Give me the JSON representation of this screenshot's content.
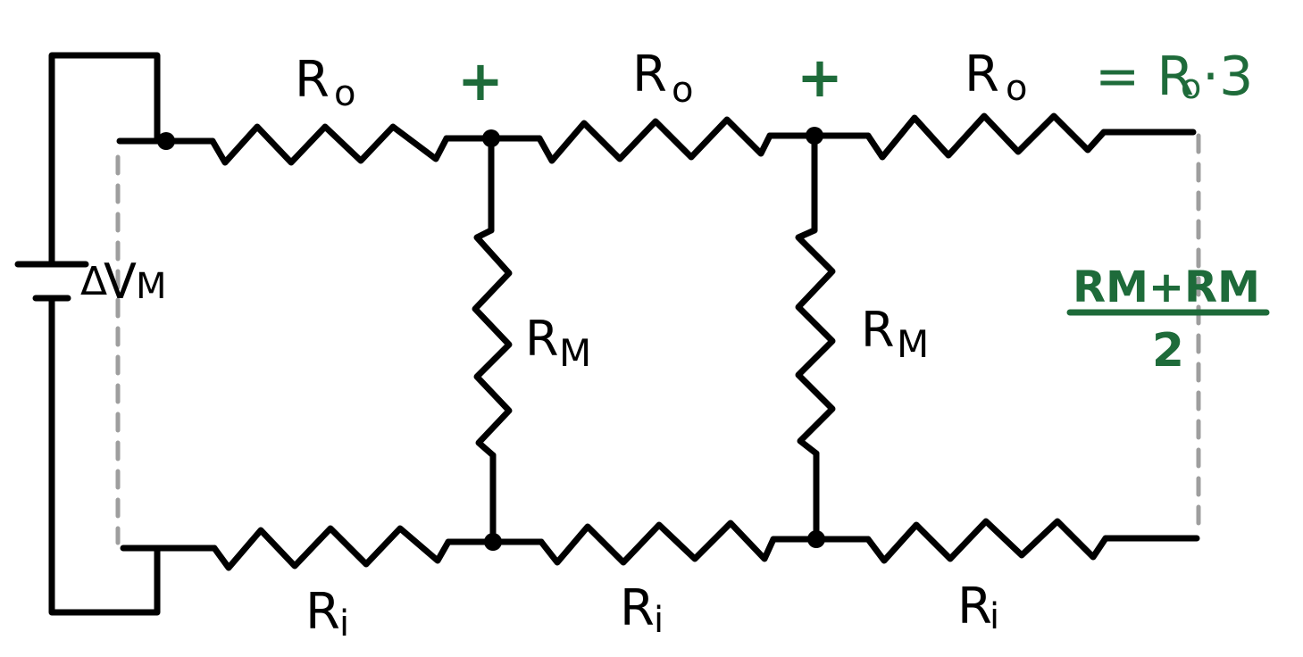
{
  "colors": {
    "ink": "#000000",
    "annotation": "#1e6b3a",
    "dashed": "#9e9e9e"
  },
  "labels": {
    "battery_delta": "Δ",
    "battery_v": "V",
    "battery_sub": "M",
    "outer_r": "R",
    "outer_sub": "o",
    "inner_r": "R",
    "inner_sub": "i",
    "membrane_r": "R",
    "membrane_sub": "M"
  },
  "annotations": {
    "plus_1": "+",
    "plus_2": "+",
    "equals_expr": "= R",
    "equals_sub": "o",
    "equals_tail": "·3",
    "fraction_numerator": "RM+RM",
    "fraction_denominator": "2"
  }
}
